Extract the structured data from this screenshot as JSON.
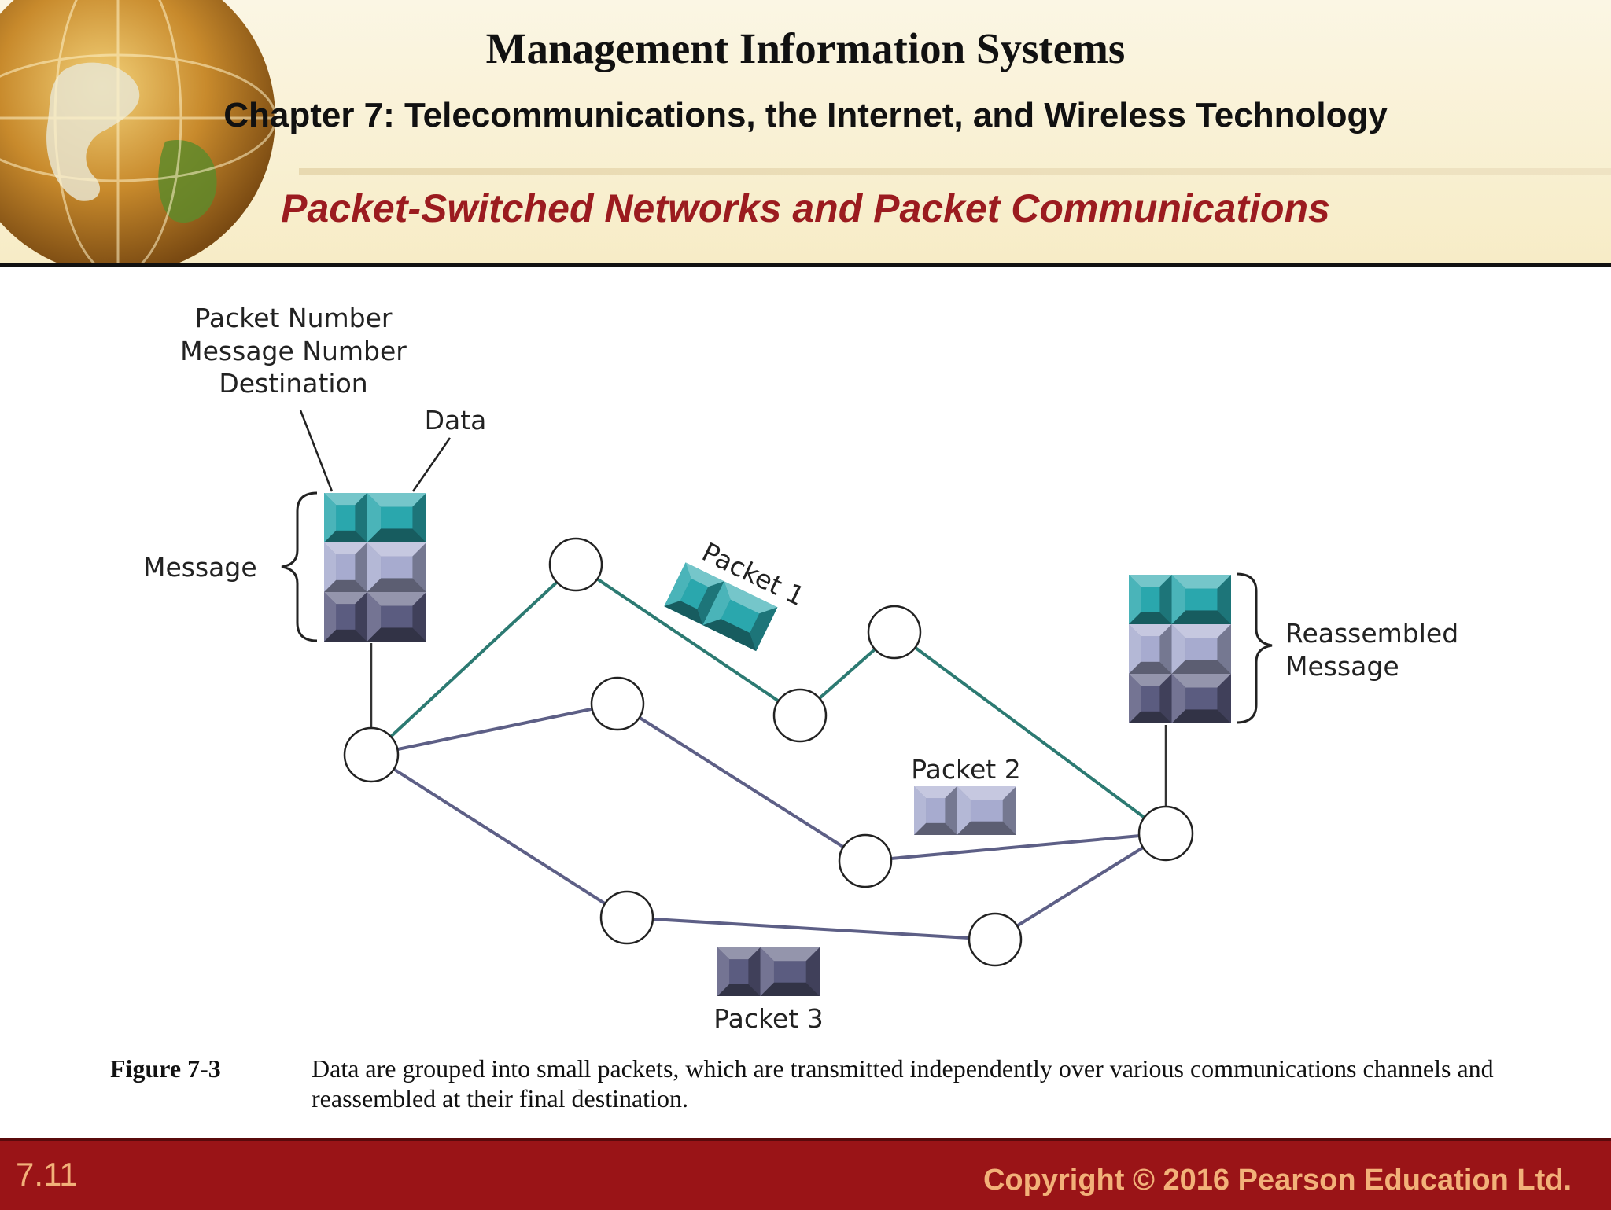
{
  "header": {
    "course_title": "Management Information Systems",
    "chapter_title": "Chapter 7: Telecommunications, the Internet, and Wireless Technology",
    "slide_title": "Packet-Switched Networks and Packet Communications"
  },
  "diagram": {
    "labels": {
      "header_fields": [
        "Packet Number",
        "Message Number",
        "Destination"
      ],
      "data": "Data",
      "message": "Message",
      "reassembled": [
        "Reassembled",
        "Message"
      ],
      "packet1": "Packet 1",
      "packet2": "Packet 2",
      "packet3": "Packet 3"
    },
    "colors": {
      "route1": "#2c7a72",
      "route_other": "#5d5f86",
      "packet1": "#2aa7ad",
      "packet2": "#a7abcf",
      "packet3": "#5b5c80"
    }
  },
  "figure": {
    "label": "Figure 7-3",
    "caption": "Data are grouped into small packets, which are transmitted independently over various communications channels and reassembled at their final destination."
  },
  "footer": {
    "slide_number": "7.11",
    "copyright": "Copyright © 2016 Pearson Education Ltd."
  }
}
